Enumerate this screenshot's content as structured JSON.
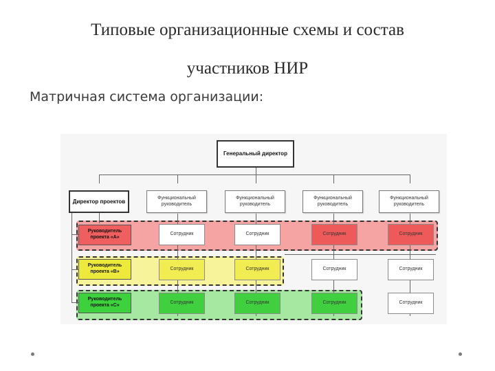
{
  "slide": {
    "title_line1": "Типовые организационные схемы и состав",
    "title_line2": "участников НИР",
    "subtitle": "Матричная система организации:"
  },
  "diagram": {
    "ceo": "Генеральный директор",
    "project_director": "Директор проектов",
    "functional_heads": [
      "Функциональный руководитель",
      "Функциональный руководитель",
      "Функциональный руководитель",
      "Функциональный руководитель"
    ],
    "project_managers": [
      "Руководитель проекта «А»",
      "Руководитель проекта «В»",
      "Руководитель проекта «С»"
    ],
    "employee_label": "Сотрудник",
    "colors": {
      "band_red": "#f5a3a3",
      "band_yellow": "#f7f39a",
      "band_green": "#a6e7a1",
      "mgr_red": "#ef5f5f",
      "mgr_yellow": "#eeea3c",
      "mgr_green": "#3ed13e",
      "emp_red": "#ee5a5a",
      "emp_yellow": "#f0ec52",
      "emp_green": "#40cf3e",
      "emp_white": "#ffffff"
    }
  }
}
